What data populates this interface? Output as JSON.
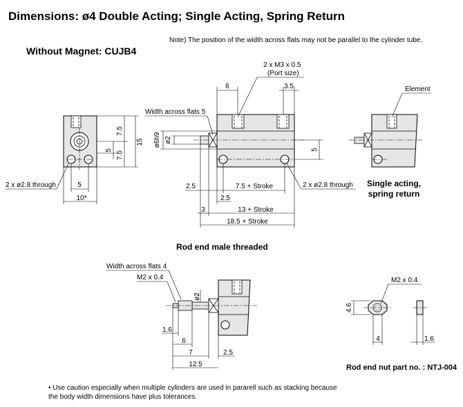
{
  "title": "Dimensions: ø4 Double Acting; Single Acting, Spring Return",
  "note": "Note) The position of the width across flats may not be parallel to the cylinder tube.",
  "subtitle": "Without Magnet: CUJB4",
  "section_rod_end": "Rod end male threaded",
  "single_acting_label": "Single acting, spring return",
  "nut_part_label": "Rod end nut part no. : NTJ-004",
  "caution": "• Use caution especially when multiple cylinders are used in pararell such as stacking because the body width dimensions have plus tolerances.",
  "labels": {
    "through_left": "2 x ø2.8 through",
    "through_right": "2 x ø2.8 through",
    "port_thread": "2 x M3 x 0.5",
    "port_size": "(Port size)",
    "element": "Element",
    "waf5": "Width across flats 5",
    "waf4": "Width across flats 4",
    "m2_rod": "M2 x 0.4",
    "m2_nut": "M2 x 0.4"
  },
  "dims": {
    "d7_5_top": "7.5",
    "d7_5_bot": "7.5",
    "d15": "15",
    "d5_vert": "5",
    "d5_horiz": "5",
    "d10": "10*",
    "d6": "6",
    "d3_5": "3.5",
    "phi6h9": "ø6h9",
    "phi2": "ø2",
    "d5_side": "5",
    "d2_5": "2.5",
    "d7_5_stroke": "7.5 + Stroke",
    "d3": "3",
    "d2_5b": "2.5",
    "d13_stroke": "13 + Stroke",
    "d18_5_stroke": "18.5 + Stroke",
    "phi2_rod": "ø2",
    "d1_6": "1.6",
    "d6_rod": "6",
    "d7_rod": "7",
    "d2_5_rod": "2.5",
    "d12_5": "12.5",
    "d4_6": "4.6",
    "d4_nut": "4",
    "d1_6_nut": "1.6"
  }
}
